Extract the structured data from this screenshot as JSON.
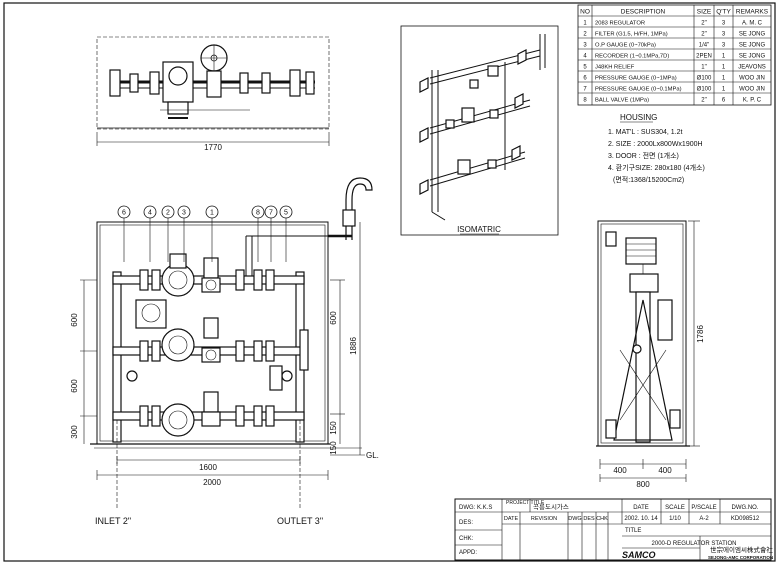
{
  "bom": {
    "headers": [
      "NO",
      "DESCRIPTION",
      "SIZE",
      "Q'TY",
      "REMARKS"
    ],
    "rows": [
      [
        "1",
        "2083 REGULATOR",
        "2\"",
        "3",
        "A. M. C"
      ],
      [
        "2",
        "FILTER (G1.5, H/FH, 1MPa)",
        "2\"",
        "3",
        "SE JONG"
      ],
      [
        "3",
        "O.P GAUGE (0~70kPa)",
        "1/4\"",
        "3",
        "SE JONG"
      ],
      [
        "4",
        "RECORDER (1~0.1MPa,7D)",
        "2PEN",
        "1",
        "SE JONG"
      ],
      [
        "5",
        "J48KH RELIEF",
        "1\"",
        "1",
        "JEAVONS"
      ],
      [
        "6",
        "PRESSURE GAUGE (0~1MPa)",
        "Ø100",
        "1",
        "WOO JIN"
      ],
      [
        "7",
        "PRESSURE GAUGE (0~0.1MPa)",
        "Ø100",
        "1",
        "WOO JIN"
      ],
      [
        "8",
        "BALL VALVE (1MPa)",
        "2\"",
        "6",
        "K. P. C"
      ]
    ]
  },
  "housing": {
    "title": "HOUSING",
    "notes": [
      "1. MAT'L : SUS304, 1.2t",
      "2. SIZE : 2000Lx800Wx1900H",
      "3. DOOR : 전면 (1개소)",
      "4. 환기구SIZE: 280x180 (4개소)",
      "(면적:1368/15200Cm2)"
    ]
  },
  "isometric_label": "ISOMATRIC",
  "dims": {
    "top_width": "1770",
    "front_left_600a": "600",
    "front_left_600b": "600",
    "front_left_300": "300",
    "front_right_600": "600",
    "front_right_1886": "1886",
    "front_right_150a": "150",
    "front_right_150b": "150",
    "front_1600": "1600",
    "front_2000": "2000",
    "side_1786": "1786",
    "side_400a": "400",
    "side_400b": "400",
    "side_800": "800",
    "gl": "GL."
  },
  "balloons": [
    "6",
    "4",
    "2",
    "3",
    "1",
    "8",
    "7",
    "5"
  ],
  "inlet": "INLET 2\"",
  "outlet": "OUTLET 3\"",
  "title_block": {
    "dwg_label": "DWG: K.K.S",
    "project_label": "PROJECT\nTITLE",
    "project_title_label": "PROJECT TITLE",
    "project_name": "곡릉도시가스",
    "date_label": "DATE",
    "date_value": "2002. 10. 14",
    "scale_label": "SCALE",
    "scale_value": "1/10",
    "pscale_label": "P/SCALE",
    "pscale_value": "A-2",
    "dwgno_label": "DWG.NO.",
    "dwgno_value": "KD098512",
    "des_label": "DES:",
    "chk_label": "CHK:",
    "appd_label": "APPD:",
    "rev_date": "DATE",
    "rev_revision": "REVISION",
    "rev_dwg": "DWG",
    "rev_des": "DES",
    "rev_chk": "CHK",
    "title_label": "TITLE",
    "title_value": "2000-D REGULATOR STATION",
    "company_ko": "世宗에이엠씨株式會社",
    "company_en": "SEJONG-AMC CORPORATION",
    "logo": "SAMCO"
  }
}
